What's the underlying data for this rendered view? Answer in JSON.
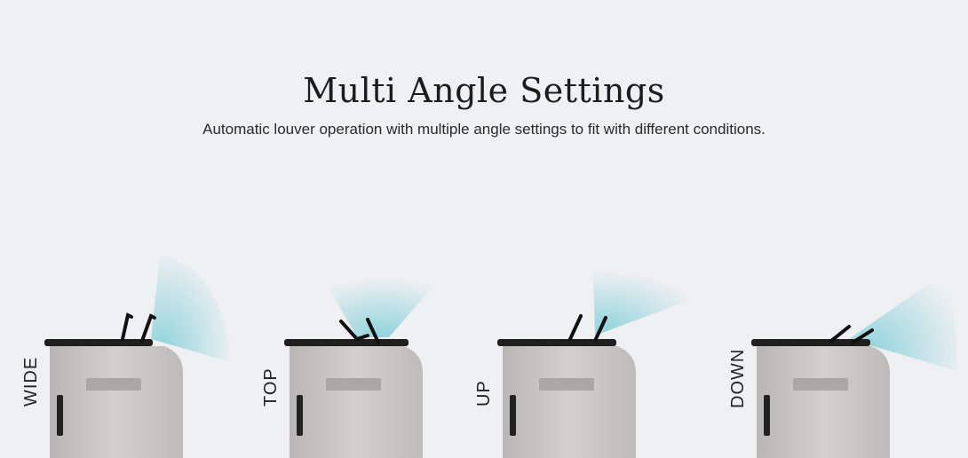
{
  "header": {
    "title": "Multi Angle Settings",
    "subtitle": "Automatic louver operation with multiple angle settings to fit with different conditions."
  },
  "modes": [
    {
      "label": "WIDE"
    },
    {
      "label": "TOP"
    },
    {
      "label": "UP"
    },
    {
      "label": "DOWN"
    }
  ],
  "colors": {
    "background": "#eff0f2",
    "airflow": "#8fd3dc",
    "unit_body": "#c9c8c6",
    "unit_top": "#1f1f1f"
  }
}
